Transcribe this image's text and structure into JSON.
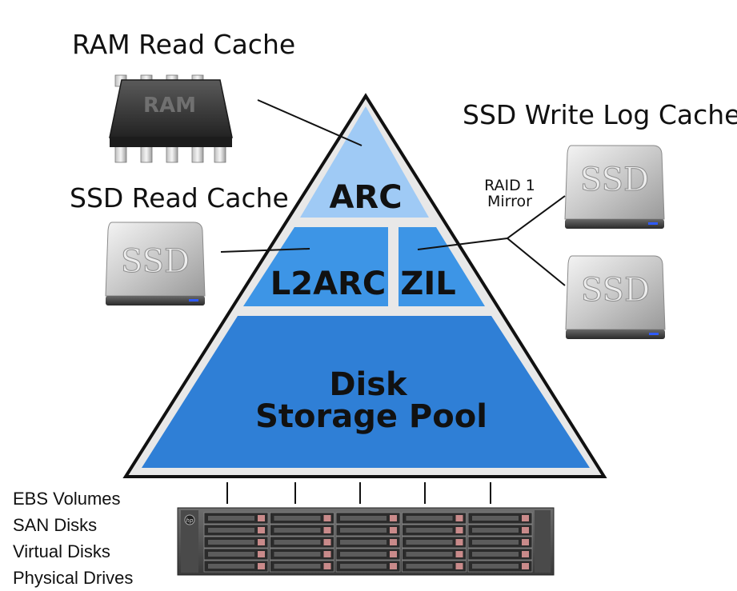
{
  "labels": {
    "ram_read_cache": "RAM Read Cache",
    "ssd_read_cache": "SSD Read Cache",
    "ssd_write_log_cache": "SSD Write Log Cache",
    "raid_line1": "RAID 1",
    "raid_line2": "Mirror"
  },
  "pyramid": {
    "arc": "ARC",
    "l2arc": "L2ARC",
    "zil": "ZIL",
    "pool_line1": "Disk",
    "pool_line2": "Storage Pool"
  },
  "devices": {
    "ram_chip_text": "RAM",
    "ssd_text": "SSD",
    "server_brand": "hp"
  },
  "storage_types": [
    "EBS Volumes",
    "SAN Disks",
    "Virtual Disks",
    "Physical Drives"
  ],
  "colors": {
    "arc": "#9fcaf5",
    "l2arc": "#3d95e6",
    "zil": "#3d95e6",
    "pool": "#2f7fd6",
    "pyramid_outline": "#e8e8e8"
  }
}
